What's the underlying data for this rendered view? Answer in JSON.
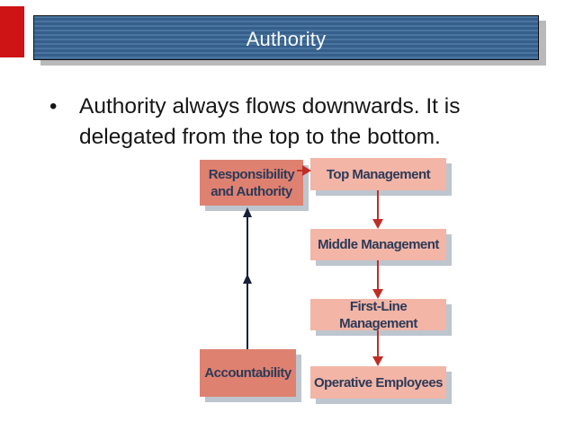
{
  "slide": {
    "title": "Authority",
    "bullet": {
      "marker": "•",
      "text": "Authority always flows downwards. It is delegated from the top to the bottom."
    }
  },
  "diagram": {
    "source_box": {
      "label": "Responsibility and Authority"
    },
    "feedback_box": {
      "label": "Accountability"
    },
    "levels": [
      "Top Management",
      "Middle Management",
      "First-Line Management",
      "Operative Employees"
    ]
  },
  "colors": {
    "corner_bar_red": "#ce1414",
    "banner_stripe_dark": "#365f8b",
    "banner_stripe_light": "#4a759f",
    "banner_border": "#111111",
    "banner_shadow": "#b9b9b9",
    "title_text": "#f7f9fb",
    "body_text": "#161616",
    "box_dark_salmon": "#df8170",
    "box_light_salmon": "#f2b5a6",
    "box_shadow": "#bdc5cf",
    "box_text": "#2d3a58",
    "arrow_red": "#bf2e26",
    "arrow_dark": "#18203a"
  }
}
